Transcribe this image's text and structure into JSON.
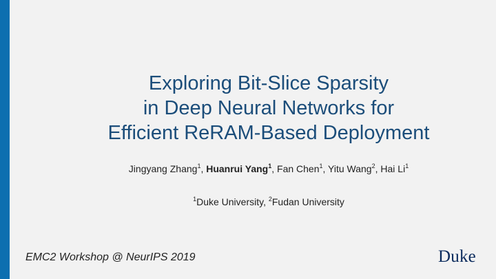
{
  "slide": {
    "title_lines": [
      "Exploring Bit-Slice Sparsity",
      "in Deep Neural Networks for",
      "Efficient ReRAM-Based Deployment"
    ],
    "authors": [
      {
        "name": "Jingyang Zhang",
        "sup": "1",
        "sep": ", "
      },
      {
        "name": "Huanrui Yang",
        "sup": "1",
        "sep": ", "
      },
      {
        "name": "Fan Chen",
        "sup": "1",
        "sep": ", "
      },
      {
        "name": "Yitu Wang",
        "sup": "2",
        "sep": ", "
      },
      {
        "name": "Hai Li",
        "sup": "1",
        "sep": ""
      }
    ],
    "affiliations": [
      {
        "sup": "1",
        "name": "Duke University",
        "sep": ", "
      },
      {
        "sup": "2",
        "name": "Fudan University",
        "sep": ""
      }
    ],
    "workshop": "EMC2 Workshop @ NeurIPS 2019",
    "logo_text": "Duke",
    "colors": {
      "accent_bar": "#0d6fb0",
      "title": "#1b4d7a",
      "logo": "#0a2a5c",
      "background": "#f2f2f2"
    }
  }
}
